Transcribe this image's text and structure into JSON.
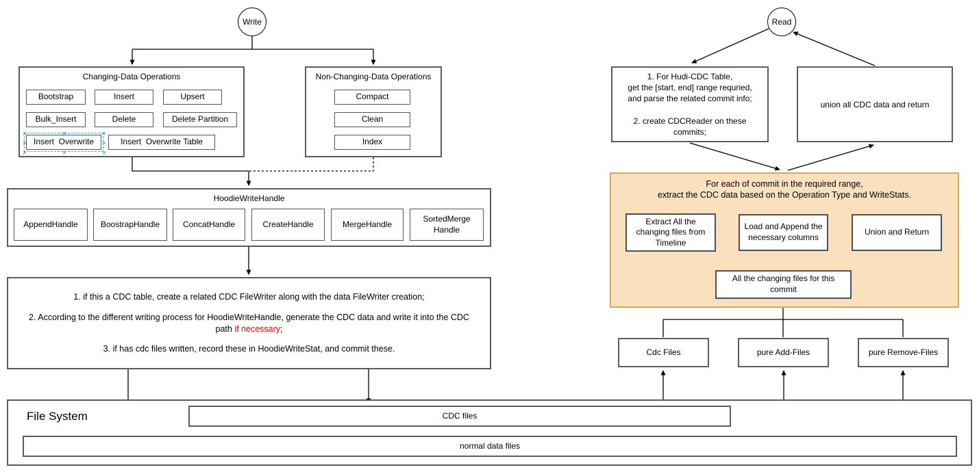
{
  "write_flow": {
    "start_label": "Write",
    "changing_ops": {
      "title": "Changing-Data Operations",
      "items": [
        "Bootstrap",
        "Insert",
        "Upsert",
        "Bulk_Insert",
        "Delete",
        "Delete Partition",
        "Insert  Overwrite",
        "Insert  Overwrite Table"
      ]
    },
    "non_changing_ops": {
      "title": "Non-Changing-Data Operations",
      "items": [
        "Compact",
        "Clean",
        "Index"
      ]
    },
    "write_handle": {
      "title": "HoodieWriteHandle",
      "items": [
        "AppendHandle",
        "BoostrapHandle",
        "ConcatHandle",
        "CreateHandle",
        "MergeHandle",
        "SortedMerge Handle"
      ]
    },
    "steps": {
      "step1": "1. if this a CDC table, create a related CDC FileWriter along with the data FileWriter creation;",
      "step2_line1": "2. According to the different writing process for HoodieWriteHandle, generate the CDC data and write it into the CDC",
      "step2_prefix": "path ",
      "step2_red": "if necessary",
      "step2_suffix": ";",
      "step3": "3. if has cdc files written, record these in HoodieWriteStat, and commit these."
    }
  },
  "read_flow": {
    "start_label": "Read",
    "prepare_box": "1. For Hudi-CDC Table,\nget the [start, end] range requried,\nand parse the related commit info;\n\n2. create CDCReader on these\ncommits;",
    "union_box": "union all CDC data and return",
    "per_commit": {
      "title_line1": "For each of commit in the required range,",
      "title_line2": "extract the CDC data based on the Operation Type and WriteStats.",
      "extract_box": "Extract All the\nchanging files from\nTimeline",
      "load_box": "Load and Append the\nnecessary columns",
      "union_return_box": "Union and Return",
      "all_changing_box": "All the changing files for this\ncommit"
    },
    "file_types": [
      "Cdc Files",
      "pure Add-Files",
      "pure Remove-Files"
    ]
  },
  "file_system": {
    "label": "File System",
    "cdc_files": "CDC files",
    "normal_files": "normal data files"
  },
  "colors": {
    "per_commit_fill": "#FAE0BD",
    "per_commit_border": "#D8A75E",
    "highlight_red": "#FF0000",
    "selection_blue": "#45A7EA",
    "line_black": "#000000",
    "box_border_gray": "#5C5C5C"
  }
}
